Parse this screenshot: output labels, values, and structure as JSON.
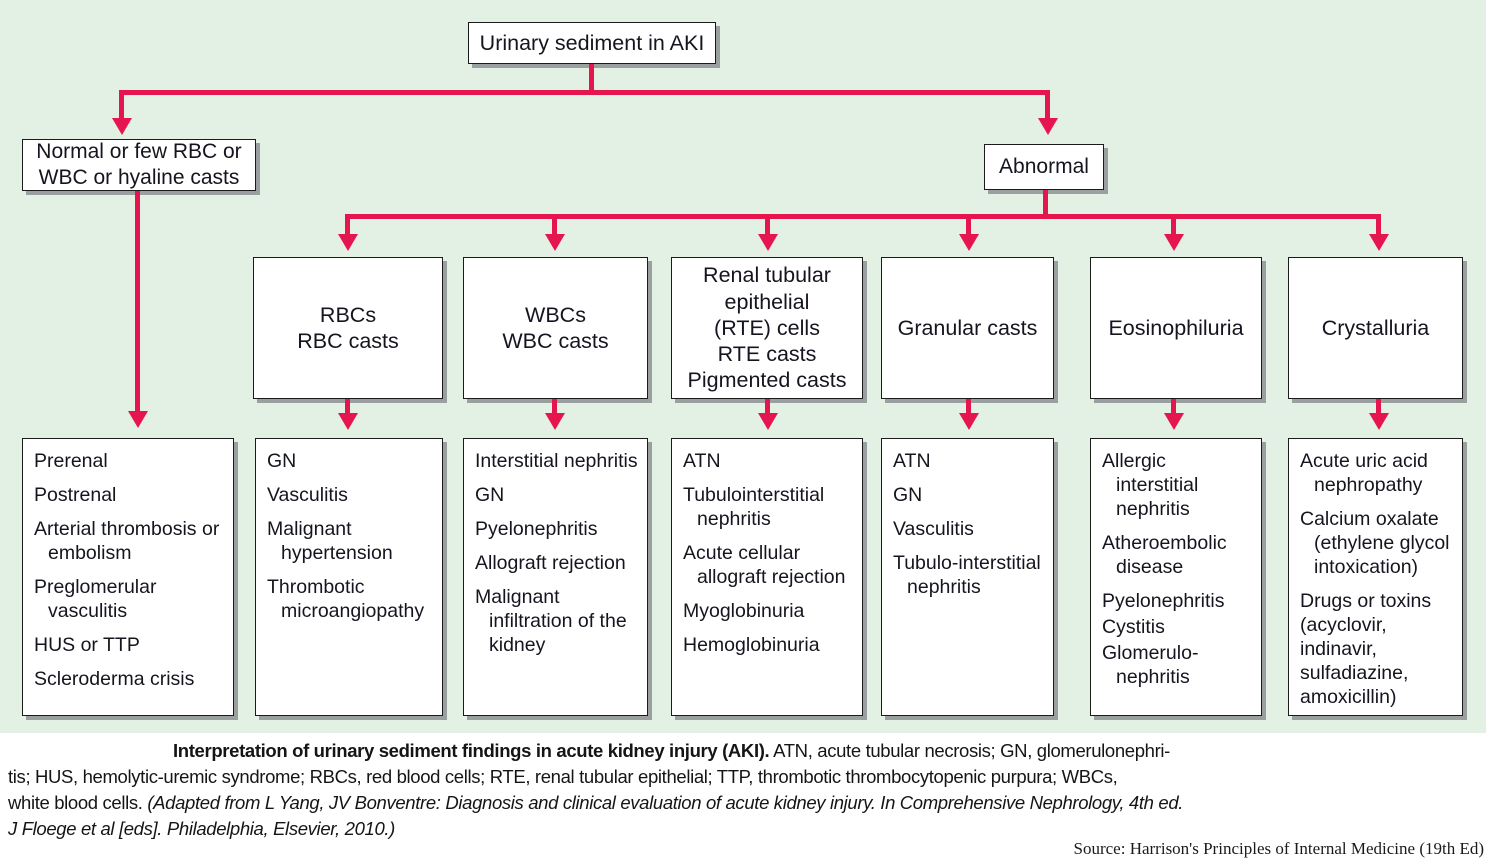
{
  "figure": {
    "background_color": "#e3f0e4",
    "arrow_color": "#e5164f",
    "box_border_color": "#1b1b1b"
  },
  "root": {
    "label": "Urinary sediment in AKI"
  },
  "branches": {
    "normal": {
      "label": "Normal or few RBC or\nWBC or hyaline casts"
    },
    "abnormal": {
      "label": "Abnormal"
    }
  },
  "categories": [
    {
      "id": "rbcs",
      "lines": [
        "RBCs",
        "RBC casts"
      ]
    },
    {
      "id": "wbcs",
      "lines": [
        "WBCs",
        "WBC casts"
      ]
    },
    {
      "id": "rte",
      "lines": [
        "Renal tubular",
        "epithelial",
        "(RTE) cells",
        "RTE casts",
        "Pigmented casts"
      ]
    },
    {
      "id": "granular",
      "lines": [
        "Granular casts"
      ]
    },
    {
      "id": "eosino",
      "lines": [
        "Eosinophiluria"
      ]
    },
    {
      "id": "crystal",
      "lines": [
        "Crystalluria"
      ]
    }
  ],
  "outcomes": [
    {
      "id": "prerenal-group",
      "items": [
        "Prerenal",
        "Postrenal",
        "Arterial thrombosis or embolism",
        "Preglomerular vasculitis",
        "HUS or TTP",
        "Scleroderma crisis"
      ]
    },
    {
      "id": "rbc-outcomes",
      "items": [
        "GN",
        "Vasculitis",
        "Malignant hypertension",
        "Thrombotic microangiopathy"
      ]
    },
    {
      "id": "wbc-outcomes",
      "items": [
        "Interstitial nephritis",
        "GN",
        "Pyelonephritis",
        "Allograft rejection",
        "Malignant infiltration of the kidney"
      ]
    },
    {
      "id": "rte-outcomes",
      "items": [
        "ATN",
        "Tubulointerstitial nephritis",
        "Acute cellular allograft rejection",
        "Myoglobinuria",
        "Hemoglobinuria"
      ]
    },
    {
      "id": "granular-outcomes",
      "items": [
        "ATN",
        "GN",
        "Vasculitis",
        "Tubulo-interstitial nephritis"
      ]
    },
    {
      "id": "eosino-outcomes",
      "items": [
        "Allergic interstitial nephritis",
        "Atheroembolic disease",
        "Pyelonephritis",
        "Cystitis",
        "Glomerulo-nephritis"
      ]
    },
    {
      "id": "crystal-outcomes",
      "items": [
        "Acute uric acid nephropathy",
        "Calcium oxalate (ethylene glycol intoxication)",
        "Drugs or toxins (acyclovir, indinavir, sulfadiazine, amoxicillin)"
      ]
    }
  ],
  "caption": {
    "title": "Interpretation of urinary sediment findings in acute kidney injury (AKI).",
    "line1_rest": " ATN, acute tubular necrosis; GN, glomerulonephri-",
    "line2": "tis; HUS, hemolytic-uremic syndrome; RBCs, red blood cells; RTE, renal tubular epithelial; TTP, thrombotic thrombocytopenic purpura; WBCs,",
    "line3_plain": "white blood cells. ",
    "line3_italic": "(Adapted from L Yang, JV Bonventre: Diagnosis and clinical evaluation of acute kidney injury. In Comprehensive Nephrology, 4th ed.",
    "line4_italic": "J Floege et al [eds]. Philadelphia, Elsevier, 2010.)",
    "source": "Source: Harrison's Principles of Internal Medicine (19th Ed)"
  }
}
